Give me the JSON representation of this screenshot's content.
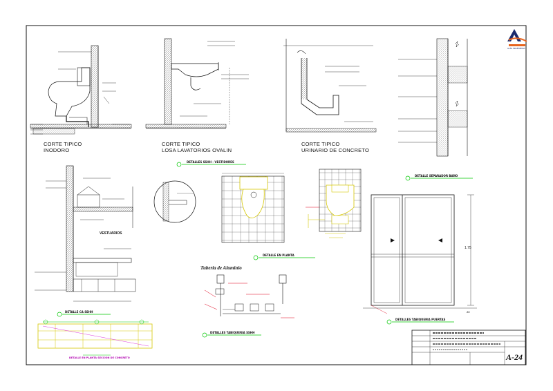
{
  "sheet": {
    "sections": {
      "inodoro": [
        "CORTE TIPICO",
        "INODORO"
      ],
      "lavatorio": [
        "CORTE TIPICO",
        "LOSA LAVATORIOS OVALIN"
      ],
      "urinario": [
        "CORTE TIPICO",
        "URINARIO DE CONCRETO"
      ],
      "vestuarios": "VESTUARIOS",
      "tuberia": "Tuberia de Aluminio"
    },
    "detail_titles": {
      "sshh": "DETALLES SSHH - VESTIDORES",
      "separador": "DETALLE SEPARADOR BAÑO",
      "planta": "DETALLE EN PLANTA",
      "tabiqueria": "DETALLES TABIQUERIA SSHH",
      "ca_sshh": "DETALLE CA SSHH",
      "puertas": "DETALLES TABIQUERIA PUERTAS",
      "seccion": "DETALLE EN PLANTA SECCION DE CONCRETO"
    },
    "dimension": "1.75",
    "dimension_small": ".30",
    "sheet_code": "A-24",
    "logo_text": "ALFA INGENIERIA"
  },
  "colors": {
    "green": "#00c800",
    "red": "#e0001b",
    "yellow": "#d6c700",
    "magenta": "#d400d4",
    "blue": "#1a3ccc",
    "logo_blue": "#1a2a6c",
    "logo_orange": "#e8641e"
  }
}
